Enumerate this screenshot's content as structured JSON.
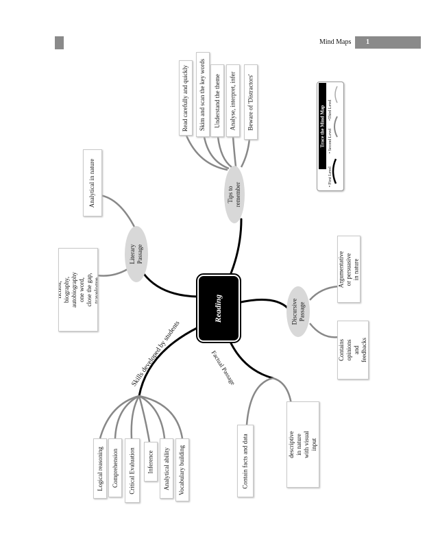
{
  "header": {
    "title": "Mind Maps",
    "page_number": "1"
  },
  "legend": {
    "title": "Trace the  Mind Map",
    "items": [
      "• First Level",
      "• Second Level",
      "•Third Level"
    ]
  },
  "center": "Reading",
  "branches": {
    "tips": {
      "label": "Tips to remember",
      "children": [
        "Read carefully and quickly",
        "Skim and scan the key words",
        "Understand the theme",
        "Analyse,  interpret, infer",
        "Beware of 'Distractors'"
      ]
    },
    "literary": {
      "label": "Literary Passage",
      "children": [
        "Analytical in nature",
        "Taken from fiction, biography, autobiography one word, close the gap, travelogue, poem etc"
      ]
    },
    "discursive": {
      "label": "Discursive Passage",
      "children": [
        "Argumentative or persuasive in nature",
        "Contains opinions and feedbacks"
      ]
    },
    "factual": {
      "label": "Factual Passage",
      "children": [
        "Contain facts and data",
        "Information or descriptive in nature with visual input statistical data, chart"
      ]
    },
    "skills": {
      "label": "Skills developed by students",
      "children": [
        "Logical reasoning",
        "Comprehension",
        "Critical Evaluation",
        "Inference",
        "Analytical ability",
        "Vocabulary building"
      ]
    }
  }
}
